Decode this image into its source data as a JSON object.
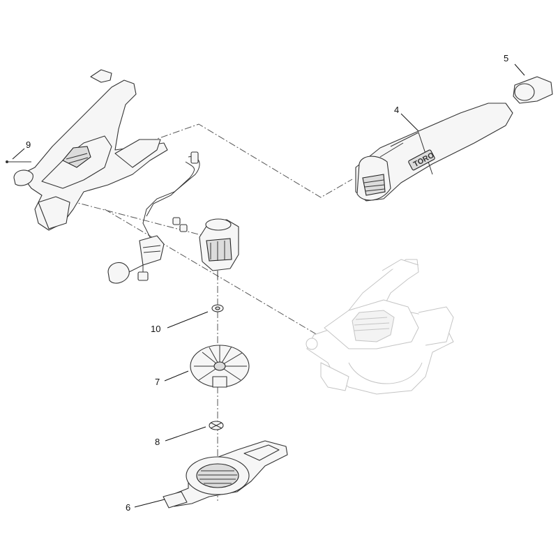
{
  "diagram": {
    "callouts": [
      {
        "id": "9",
        "label": "9"
      },
      {
        "id": "5",
        "label": "5"
      },
      {
        "id": "4",
        "label": "4"
      },
      {
        "id": "10",
        "label": "10"
      },
      {
        "id": "7",
        "label": "7"
      },
      {
        "id": "8",
        "label": "8"
      },
      {
        "id": "6",
        "label": "6"
      }
    ],
    "brand_mark": "TORO",
    "colors": {
      "line": "#333333",
      "ghost": "#c4c4c4",
      "background": "#ffffff"
    }
  }
}
